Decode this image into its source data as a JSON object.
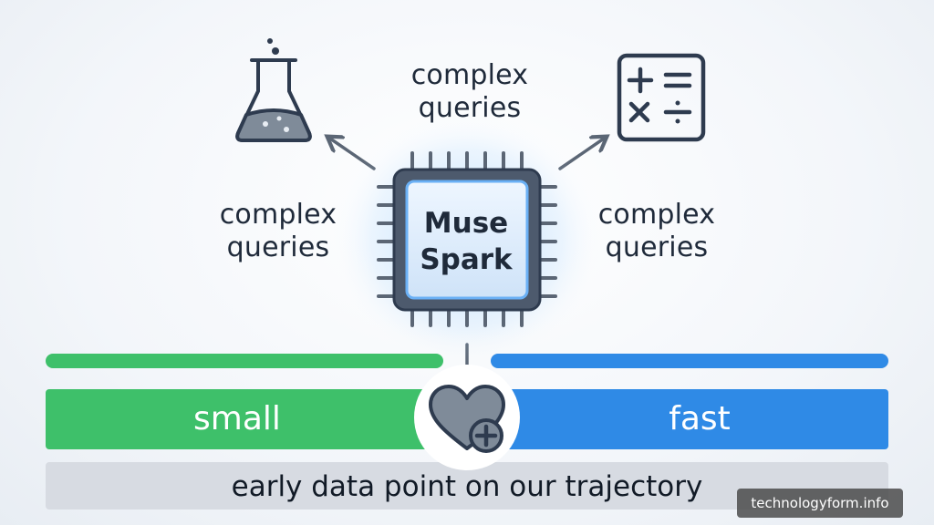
{
  "labels": {
    "top": [
      "complex",
      "queries"
    ],
    "left": [
      "complex",
      "queries"
    ],
    "right": [
      "complex",
      "queries"
    ]
  },
  "chip": {
    "lines": [
      "Muse",
      "Spark"
    ]
  },
  "bars": {
    "small": "small",
    "fast": "fast"
  },
  "footer": "early data point on our trajectory",
  "watermark": "technologyform.info",
  "icons": {
    "left": "flask-icon",
    "right": "calculator-icon",
    "center": "heart-plus-icon",
    "chip": "processor-chip-icon"
  },
  "colors": {
    "green": "#3ec06a",
    "blue": "#2f8ae6",
    "ink": "#2e3b4f",
    "glow": "#5aa8f5"
  }
}
